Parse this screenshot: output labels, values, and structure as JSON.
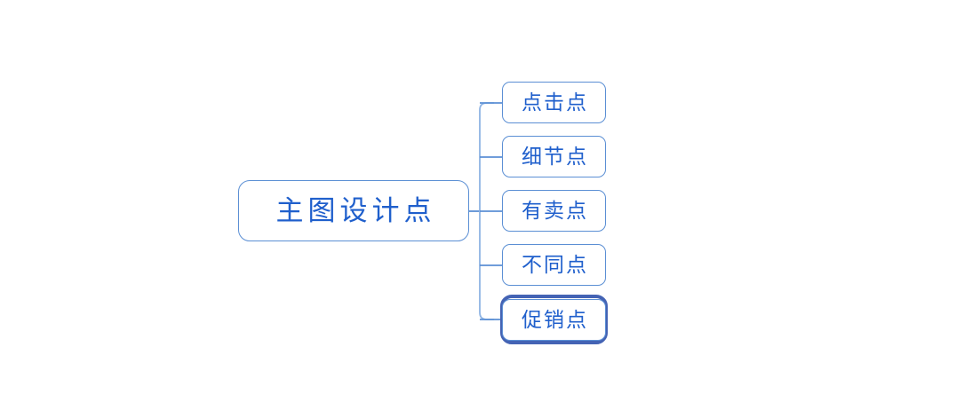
{
  "diagram": {
    "type": "mind-map",
    "orientation": "left-to-right",
    "background_color": "#ffffff",
    "accent_color": "#1f5fcc",
    "border_color": "#5b8fd4",
    "selection_color": "#4463b4",
    "root": {
      "label": "主图设计点"
    },
    "children": [
      {
        "label": "点击点",
        "selected": false
      },
      {
        "label": "细节点",
        "selected": false
      },
      {
        "label": "有卖点",
        "selected": false
      },
      {
        "label": "不同点",
        "selected": false
      },
      {
        "label": "促销点",
        "selected": true
      }
    ]
  }
}
